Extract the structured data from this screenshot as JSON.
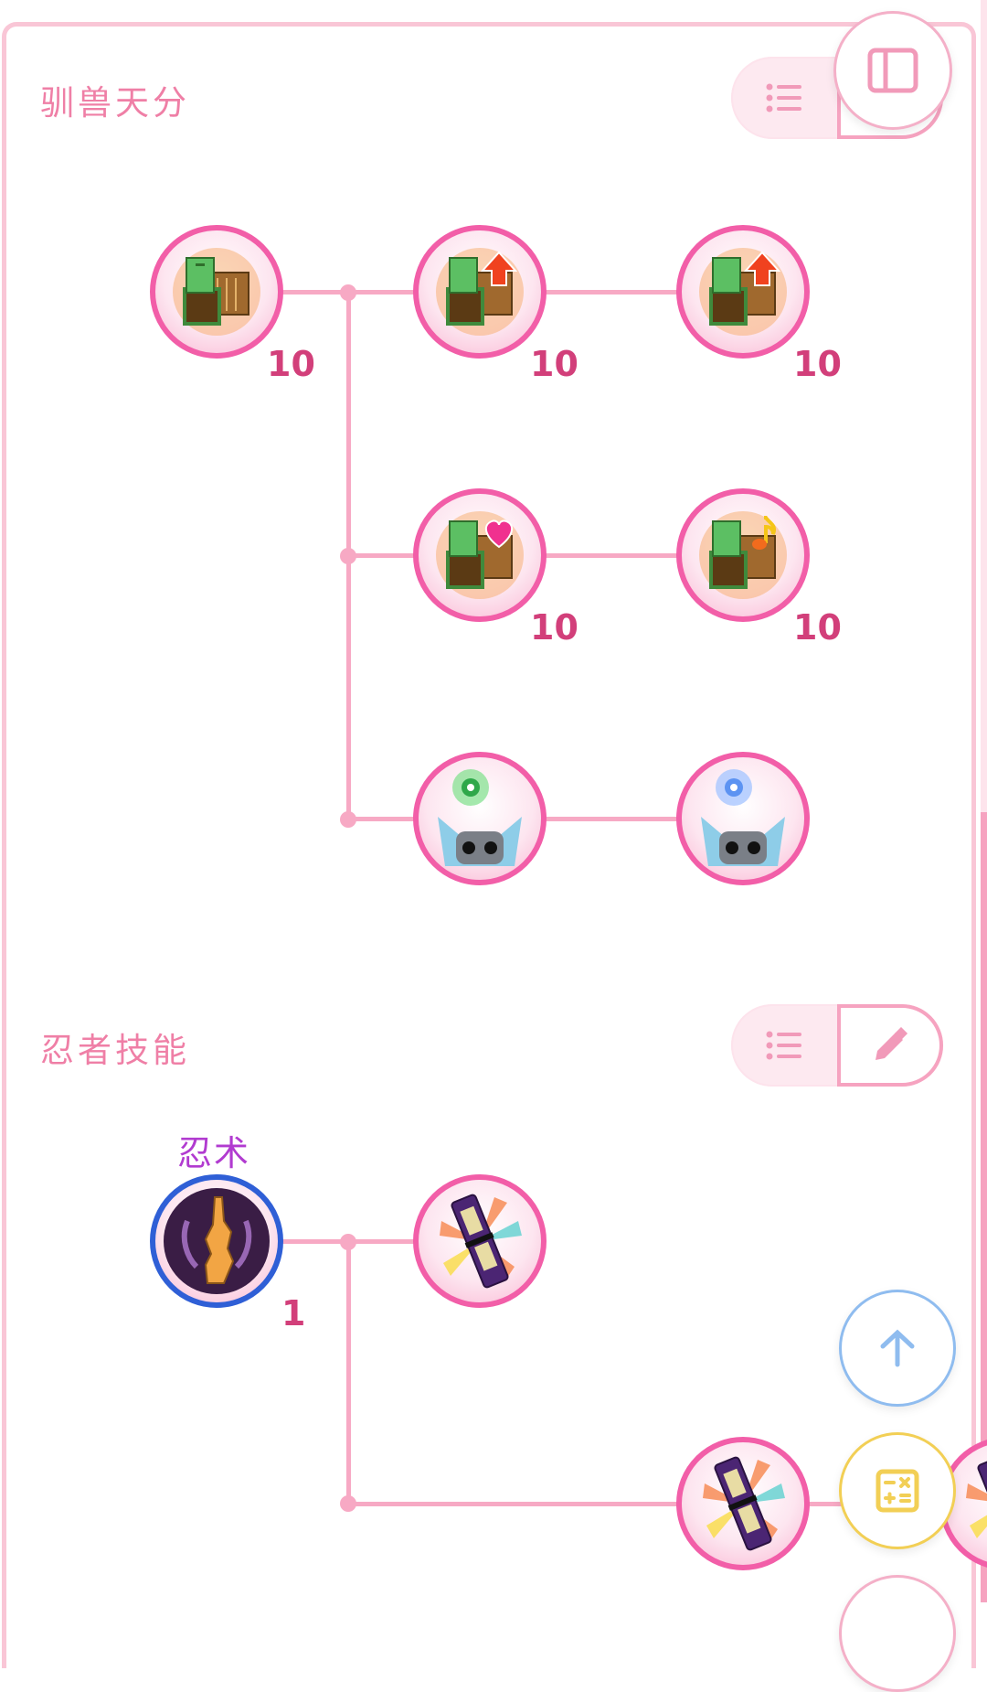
{
  "sections": [
    {
      "title": "驯兽天分",
      "view_toggle": {
        "list_icon": "list-icon",
        "edit_icon": "pencil-icon"
      },
      "nodes": [
        {
          "icon": "pet-box-icon",
          "level": "10"
        },
        {
          "icon": "pet-box-up-arrow-icon",
          "level": "10"
        },
        {
          "icon": "pet-box-up-arrow-icon",
          "level": "10"
        },
        {
          "icon": "pet-box-heart-icon",
          "level": "10"
        },
        {
          "icon": "pet-box-music-note-icon",
          "level": "10"
        },
        {
          "icon": "pet-spirit-green-orb-icon",
          "level": ""
        },
        {
          "icon": "pet-spirit-blue-orb-icon",
          "level": ""
        }
      ]
    },
    {
      "title": "忍者技能",
      "view_toggle": {
        "list_icon": "list-icon",
        "edit_icon": "pencil-icon"
      },
      "nodes": [
        {
          "icon": "ninjutsu-hand-sign-icon",
          "label": "忍术",
          "level": "1",
          "selected": true
        },
        {
          "icon": "purple-scroll-icon",
          "level": ""
        },
        {
          "icon": "purple-scroll-icon",
          "level": ""
        },
        {
          "icon": "purple-scroll-icon",
          "level": ""
        }
      ]
    }
  ],
  "floating": {
    "sidebar_toggle_icon": "sidebar-panel-icon",
    "scroll_top_icon": "arrow-up-icon",
    "calculator_icon": "calculator-icon"
  },
  "colors": {
    "accent_pink": "#f25ea8",
    "line_pink": "#f7a9c4",
    "title_pink": "#ef7fa6",
    "level_text": "#d23f7a",
    "selected_border": "#2f5fd6",
    "label_purple": "#b13bd0",
    "fab_blue": "#8fbcef",
    "fab_yellow": "#f2cf55"
  }
}
